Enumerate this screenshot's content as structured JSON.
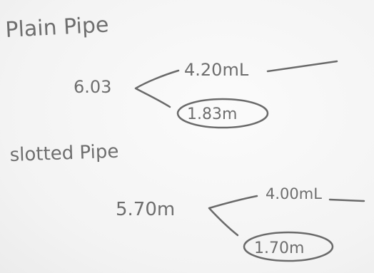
{
  "note": {
    "plain_heading": "Plain Pipe",
    "plain_total": "6.03",
    "plain_split_a": "4.20mL",
    "plain_split_b": "1.83m",
    "slotted_heading": "slotted Pipe",
    "slotted_total": "5.70m",
    "slotted_split_a": "4.00mL",
    "slotted_split_b": "1.70m"
  }
}
